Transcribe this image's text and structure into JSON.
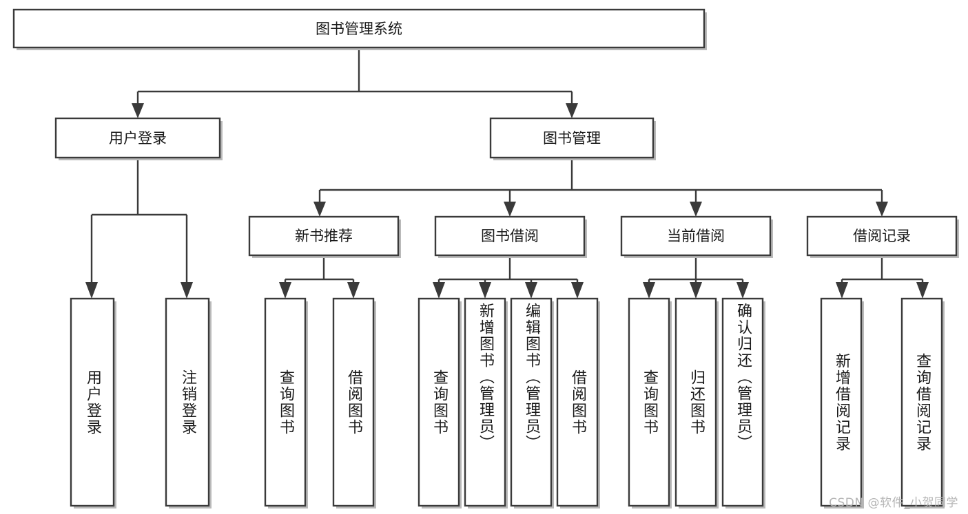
{
  "diagram": {
    "title": "图书管理系统",
    "type": "tree-hierarchy",
    "watermark": "CSDN @软件_小贺同学",
    "colors": {
      "box_stroke": "#3a3a3a",
      "box_fill": "#ffffff",
      "shadow": "#b9b9b9",
      "text": "#1a1a1a",
      "watermark": "#b5b5b5",
      "background": "#ffffff"
    }
  },
  "nodes": {
    "root": {
      "label": "图书管理系统"
    },
    "level2": [
      {
        "label": "用户登录"
      },
      {
        "label": "图书管理"
      }
    ],
    "level3": [
      {
        "label": "新书推荐"
      },
      {
        "label": "图书借阅"
      },
      {
        "label": "当前借阅"
      },
      {
        "label": "借阅记录"
      }
    ],
    "leaves": {
      "user_login": [
        {
          "label": "用户登录"
        },
        {
          "label": "注销登录"
        }
      ],
      "new_book_recommend": [
        {
          "label": "查询图书"
        },
        {
          "label": "借阅图书"
        }
      ],
      "book_borrow": [
        {
          "label": "查询图书"
        },
        {
          "label": "新增图书（管理员）"
        },
        {
          "label": "编辑图书（管理员）"
        },
        {
          "label": "借阅图书"
        }
      ],
      "current_borrow": [
        {
          "label": "查询图书"
        },
        {
          "label": "归还图书"
        },
        {
          "label": "确认归还（管理员）"
        }
      ],
      "borrow_record": [
        {
          "label": "新增借阅记录"
        },
        {
          "label": "查询借阅记录"
        }
      ]
    }
  }
}
